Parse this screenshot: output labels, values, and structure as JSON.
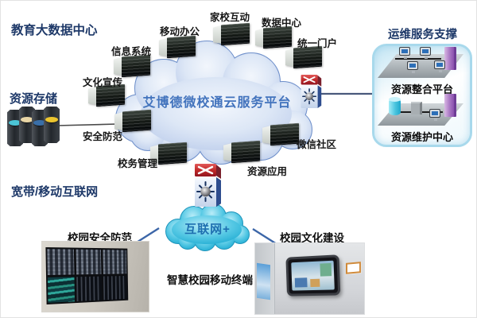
{
  "headings": {
    "education_center": "教育大数据中心",
    "storage": "资源存储",
    "broadband": "宽带/移动互联网",
    "ops_support": "运维服务支撑"
  },
  "cloud": {
    "label": "艾博德微校通云服务平台"
  },
  "internet_cloud": {
    "label": "互联网+"
  },
  "servers": [
    {
      "id": "info-system",
      "label": "信息系统"
    },
    {
      "id": "mobile-office",
      "label": "移动办公"
    },
    {
      "id": "home-school",
      "label": "家校互动"
    },
    {
      "id": "data-center",
      "label": "数据中心"
    },
    {
      "id": "unified-portal",
      "label": "统一门户"
    },
    {
      "id": "culture-promo",
      "label": "文化宣传"
    },
    {
      "id": "security",
      "label": "安全防范"
    },
    {
      "id": "school-affairs",
      "label": "校务管理"
    },
    {
      "id": "wechat-community",
      "label": "微信社区"
    },
    {
      "id": "resource-app",
      "label": "资源应用"
    }
  ],
  "ops_panel": {
    "integration_label": "资源整合平台",
    "maintenance_label": "资源维护中心"
  },
  "bottom": {
    "campus_security": "校园安全防范",
    "campus_culture": "校园文化建设",
    "mobile_terminal": "智慧校园移动终端"
  },
  "icons": {
    "rack_server": "dark rack server",
    "storage_array": "disk towers (cyan/tan/blue/yellow platters)",
    "router": "cisco router over atm-switch",
    "cloud": "network cloud",
    "workstation": "desktop pc",
    "database": "cyan cylinder",
    "tower_server": "purple tower"
  },
  "colors": {
    "heading_navy": "#1d3868",
    "cloud_fill": "#c9d7f0",
    "cloud_stroke": "#6e8fca",
    "cloud_text": "#4273bd",
    "internet_fill": "#55c8e4",
    "internet_text": "#1e6fb0",
    "panel_border": "#a8d9ec",
    "router_red": "#c22a2a",
    "line": "#3c66a8"
  }
}
